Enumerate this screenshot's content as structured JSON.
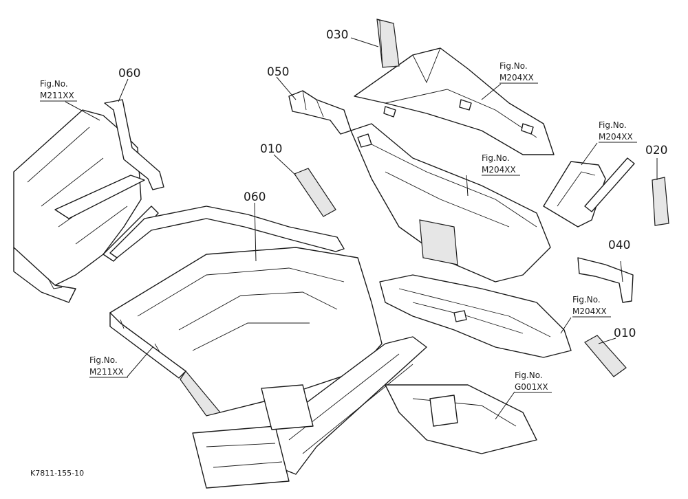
{
  "callouts": {
    "p030": "030",
    "p050": "050",
    "p060a": "060",
    "p060b": "060",
    "p010a": "010",
    "p010b": "010",
    "p020": "020",
    "p040": "040"
  },
  "references": {
    "fig_label": "Fig.No.",
    "r1": "M211XX",
    "r2": "M204XX",
    "r3": "M204XX",
    "r4": "M204XX",
    "r5": "M204XX",
    "r6": "M211XX",
    "r7": "G001XX"
  },
  "drawing_code": "K7811-155-10"
}
